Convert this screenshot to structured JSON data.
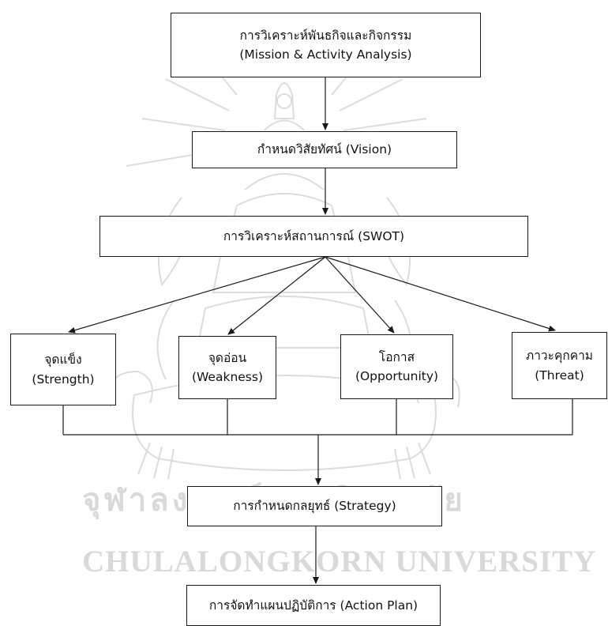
{
  "watermark": {
    "thai_text": "จุฬาลงกรณ์มหาวิทยาลัย",
    "english_text": "CHULALONGKORN UNIVERSITY"
  },
  "nodes": {
    "mission": {
      "line1": "การวิเคราะห์พันธกิจและกิจกรรม",
      "line2": "(Mission & Activity Analysis)"
    },
    "vision": {
      "line1": "กำหนดวิสัยทัศน์ (Vision)"
    },
    "swot": {
      "line1": "การวิเคราะห์สถานการณ์  (SWOT)"
    },
    "strength": {
      "line1": "จุดแข็ง",
      "line2": "(Strength)"
    },
    "weakness": {
      "line1": "จุดอ่อน",
      "line2": "(Weakness)"
    },
    "opportunity": {
      "line1": "โอกาส",
      "line2": "(Opportunity)"
    },
    "threat": {
      "line1": "ภาวะคุกคาม",
      "line2": "(Threat)"
    },
    "strategy": {
      "line1": "การกำหนดกลยุทธ์ (Strategy)"
    },
    "action_plan": {
      "line1": "การจัดทำแผนปฏิบัติการ (Action Plan)"
    }
  },
  "colors": {
    "line": "#1a1a1a",
    "watermark": "#d9d9d9"
  }
}
